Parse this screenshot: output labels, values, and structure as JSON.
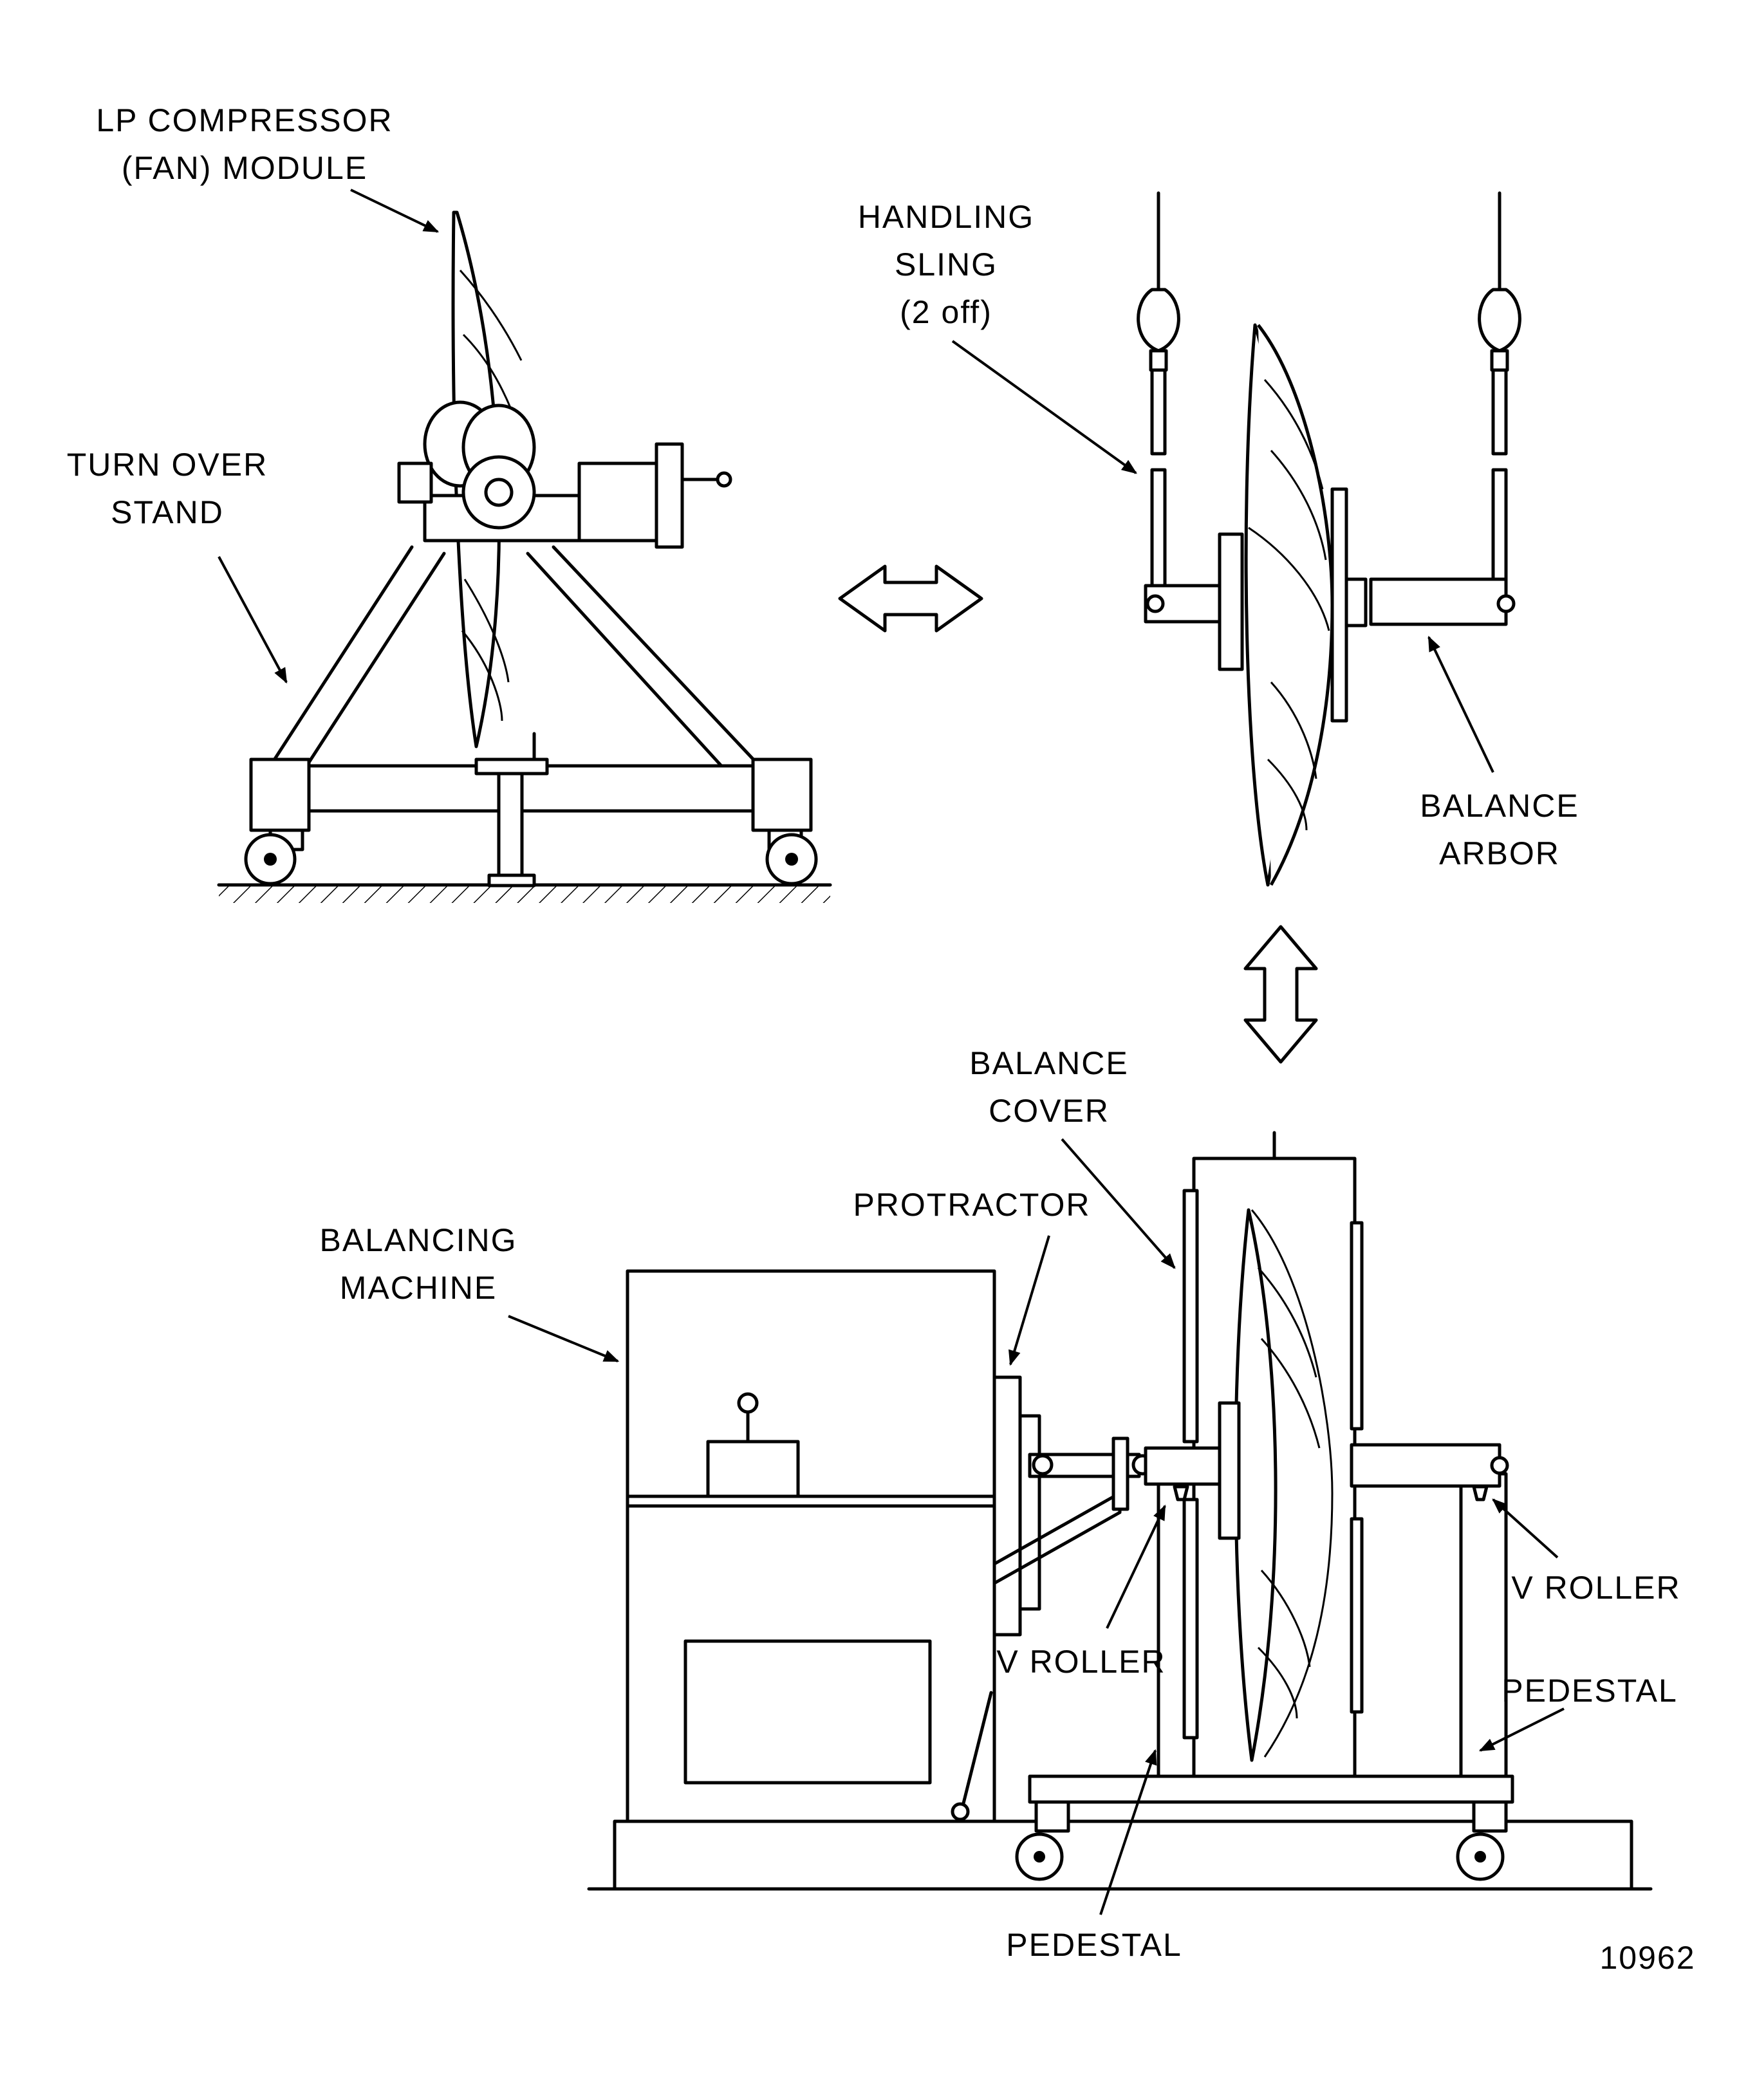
{
  "figure_number": "10962",
  "labels": {
    "lp_compressor": [
      "LP COMPRESSOR",
      "(FAN) MODULE"
    ],
    "turn_over_stand": [
      "TURN OVER",
      "STAND"
    ],
    "handling_sling": [
      "HANDLING",
      "SLING",
      "(2 off)"
    ],
    "balance_arbor": [
      "BALANCE",
      "ARBOR"
    ],
    "balance_cover": [
      "BALANCE",
      "COVER"
    ],
    "protractor": "PROTRACTOR",
    "balancing_machine": [
      "BALANCING",
      "MACHINE"
    ],
    "v_roller_left": "V ROLLER",
    "v_roller_right": "V ROLLER",
    "pedestal_right": "PEDESTAL",
    "pedestal_bottom": "PEDESTAL"
  }
}
